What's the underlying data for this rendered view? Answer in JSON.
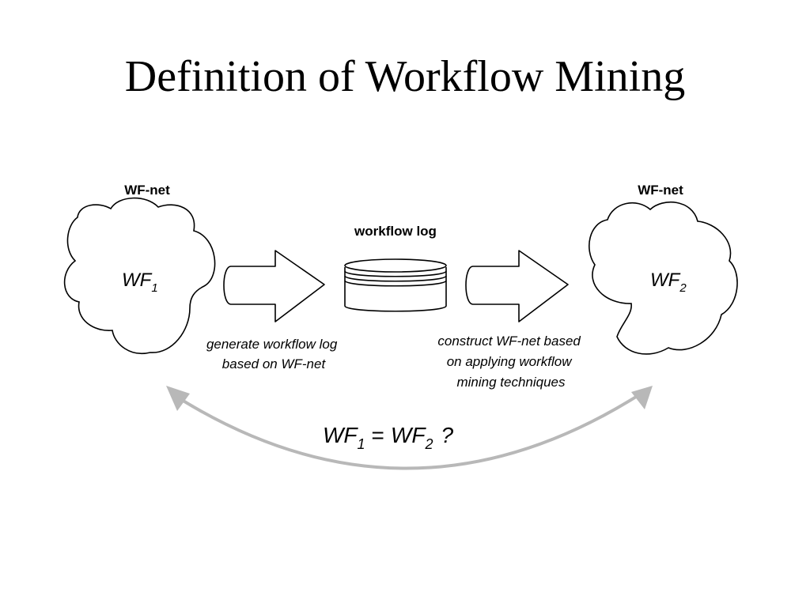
{
  "title": "Definition of Workflow Mining",
  "left_net": {
    "header": "WF-net",
    "name": "WF",
    "subscript": "1"
  },
  "right_net": {
    "header": "WF-net",
    "name": "WF",
    "subscript": "2"
  },
  "log": {
    "header": "workflow log"
  },
  "left_arrow_caption": [
    "generate workflow log",
    "based on WF-net"
  ],
  "right_arrow_caption": [
    "construct WF-net based",
    "on applying workflow",
    "mining techniques"
  ],
  "equation": {
    "left_name": "WF",
    "left_sub": "1",
    "equals": "=",
    "right_name": "WF",
    "right_sub": "2",
    "question": "?"
  },
  "colors": {
    "stroke": "#000000",
    "comparison_arrow": "#b8b8b8"
  }
}
